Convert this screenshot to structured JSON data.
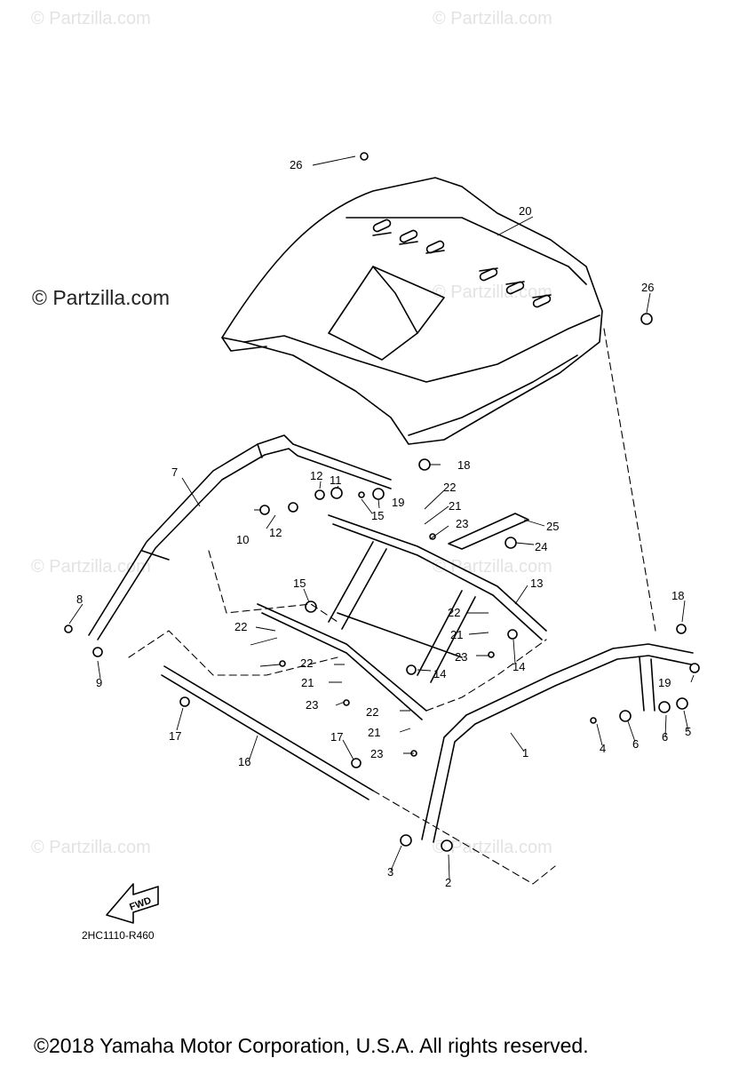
{
  "watermarks": [
    "© Partzilla.com",
    "© Partzilla.com",
    "© Partzilla.com",
    "© Partzilla.com",
    "© Partzilla.com",
    "© Partzilla.com",
    "© Partzilla.com"
  ],
  "watermark_main": "© Partzilla.com",
  "diagram_code": "2HC1110-R460",
  "fwd_label": "FWD",
  "copyright": "©2018 Yamaha Motor Corporation, U.S.A. All rights reserved.",
  "callouts": [
    "26",
    "20",
    "26",
    "7",
    "12",
    "11",
    "19",
    "18",
    "22",
    "21",
    "23",
    "25",
    "24",
    "10",
    "12",
    "15",
    "13",
    "8",
    "15",
    "22",
    "21",
    "23",
    "22",
    "14",
    "14",
    "18",
    "19",
    "9",
    "22",
    "21",
    "23",
    "22",
    "21",
    "23",
    "17",
    "17",
    "1",
    "4",
    "6",
    "6",
    "5",
    "16",
    "3",
    "2"
  ]
}
